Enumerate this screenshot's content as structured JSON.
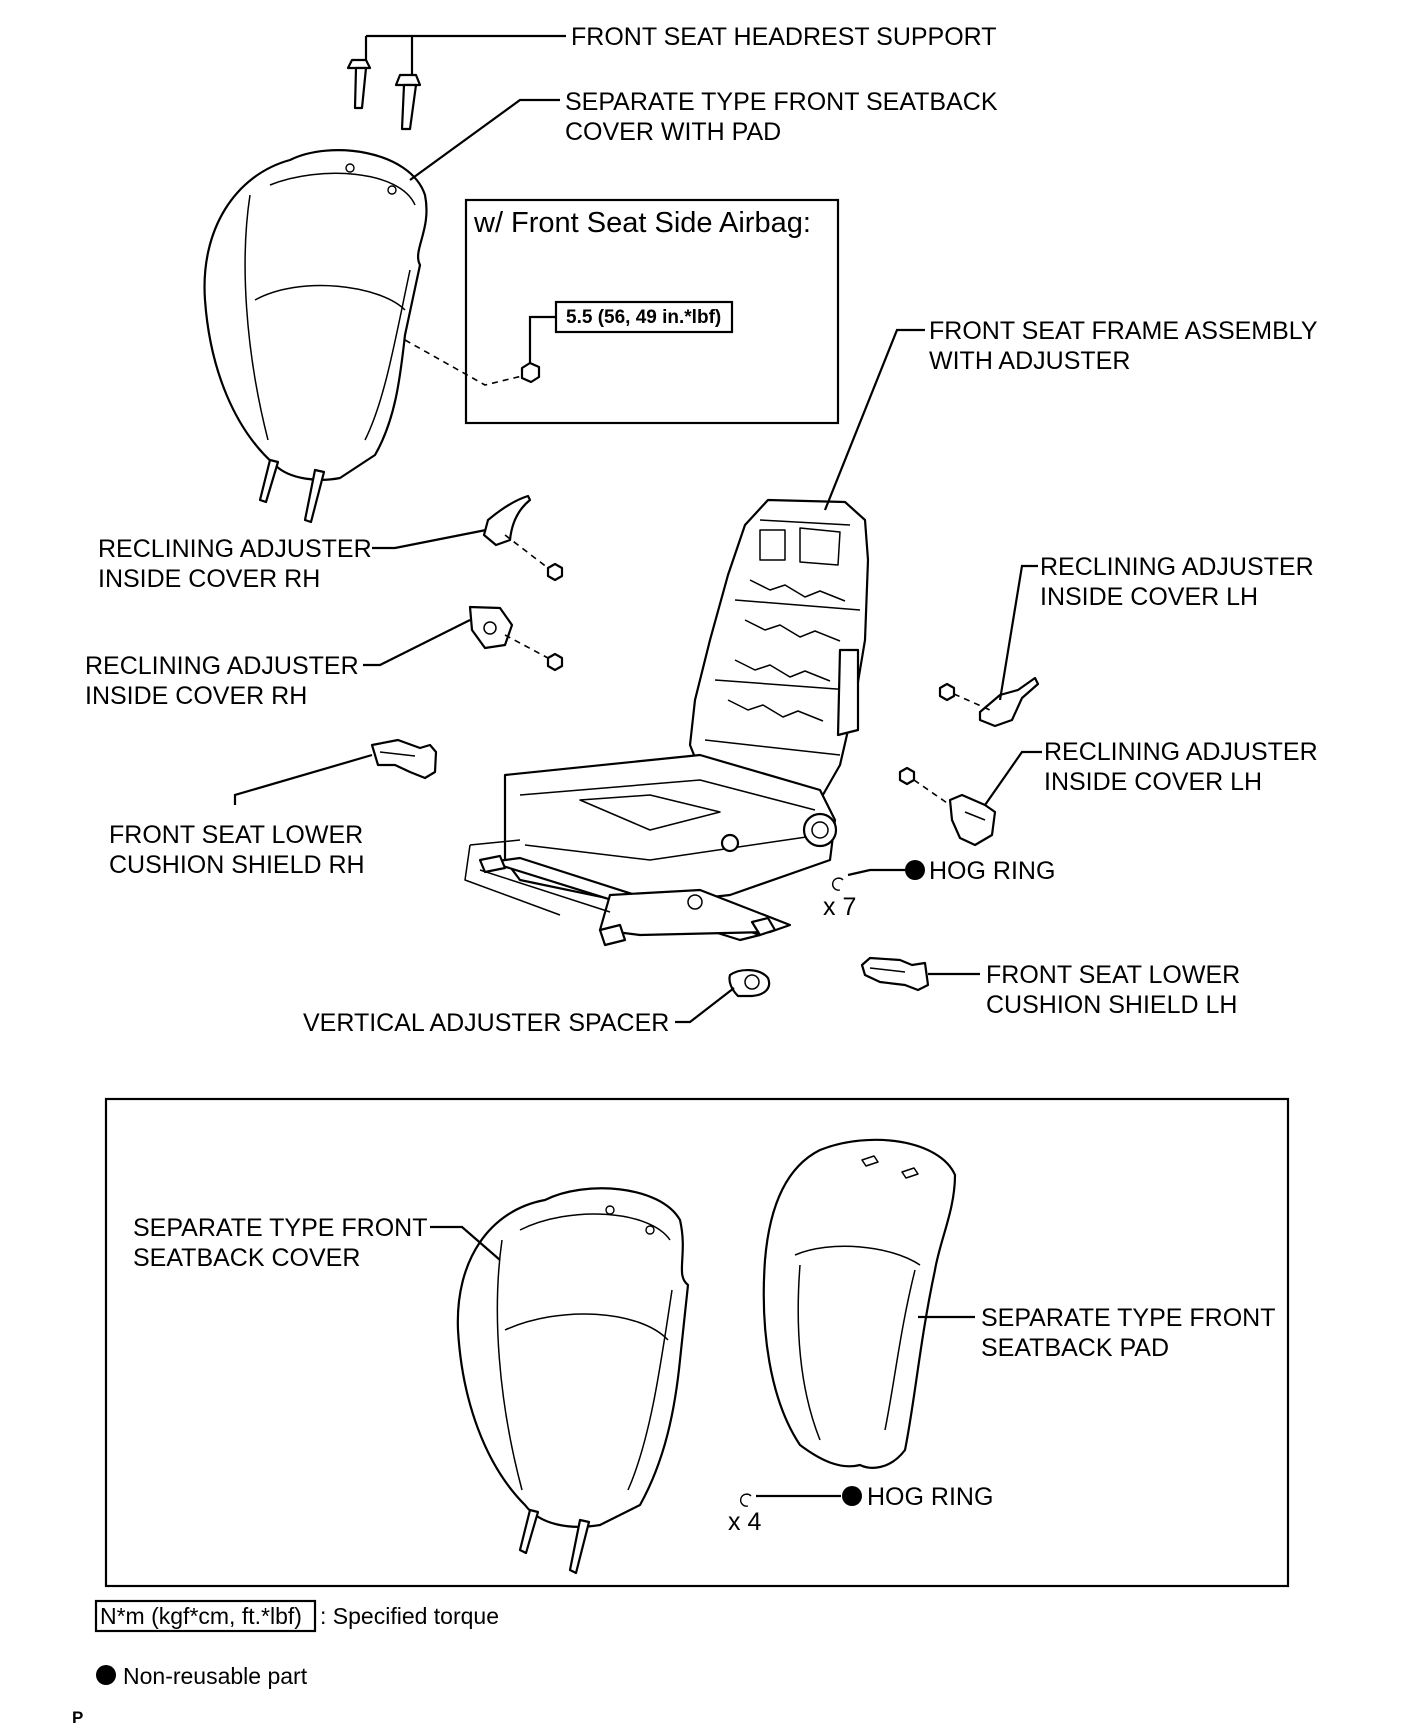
{
  "labels": {
    "headrest_support": "FRONT SEAT HEADREST SUPPORT",
    "seatback_cover_with_pad_1": "SEPARATE TYPE FRONT SEATBACK",
    "seatback_cover_with_pad_2": "COVER WITH PAD",
    "airbag_box_title": "w/ Front Seat Side Airbag:",
    "torque_value": "5.5 (56, 49 in.*lbf)",
    "frame_assembly_1": "FRONT SEAT FRAME ASSEMBLY",
    "frame_assembly_2": "WITH ADJUSTER",
    "recl_rh_upper_1": "RECLINING ADJUSTER",
    "recl_rh_upper_2": "INSIDE COVER RH",
    "recl_rh_lower_1": "RECLINING ADJUSTER",
    "recl_rh_lower_2": "INSIDE COVER RH",
    "recl_lh_upper_1": "RECLINING ADJUSTER",
    "recl_lh_upper_2": "INSIDE COVER LH",
    "recl_lh_lower_1": "RECLINING ADJUSTER",
    "recl_lh_lower_2": "INSIDE COVER LH",
    "shield_rh_1": "FRONT SEAT LOWER",
    "shield_rh_2": "CUSHION SHIELD RH",
    "hog_ring_upper": "HOG RING",
    "hog_ring_upper_qty": "x 7",
    "shield_lh_1": "FRONT SEAT LOWER",
    "shield_lh_2": "CUSHION SHIELD LH",
    "vertical_spacer": "VERTICAL ADJUSTER SPACER",
    "seatback_cover_1": "SEPARATE TYPE FRONT",
    "seatback_cover_2": "SEATBACK COVER",
    "seatback_pad_1": "SEPARATE TYPE FRONT",
    "seatback_pad_2": "SEATBACK PAD",
    "hog_ring_lower": "HOG RING",
    "hog_ring_lower_qty": "x 4"
  },
  "legend": {
    "torque_unit": "N*m (kgf*cm, ft.*lbf)",
    "torque_desc": ": Specified torque",
    "nonreusable_desc": "Non-reusable part"
  },
  "page_mark": "P",
  "colors": {
    "ink": "#000000",
    "paper": "#ffffff"
  }
}
